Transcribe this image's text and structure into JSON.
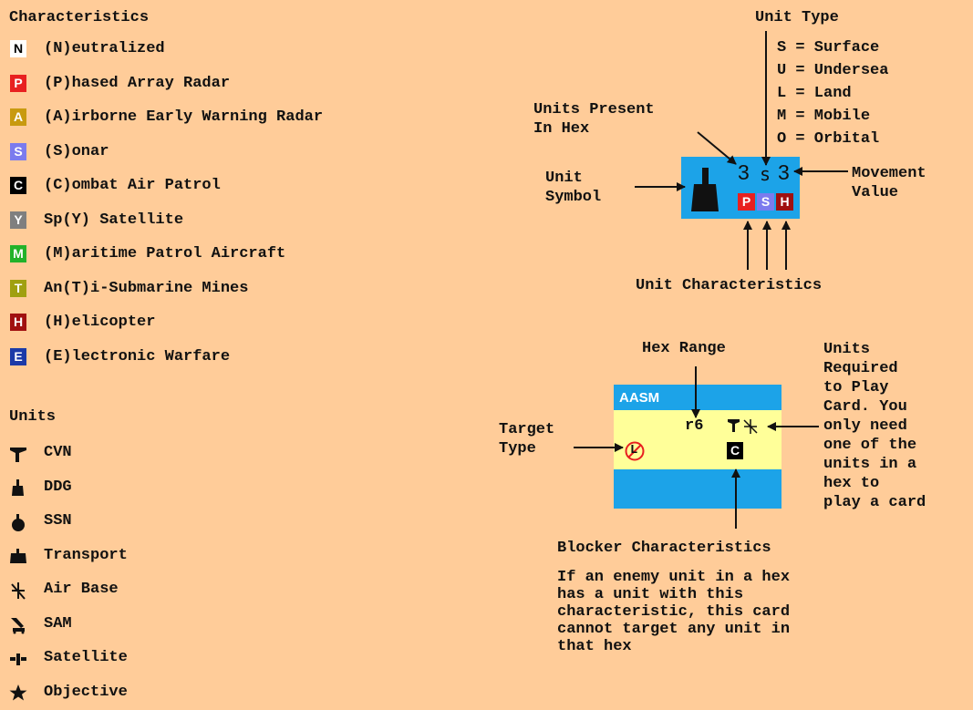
{
  "characteristics": {
    "heading": "Characteristics",
    "items": [
      {
        "code": "N",
        "label": "(N)eutralized",
        "color": "#ffffff",
        "text_color": "#000000"
      },
      {
        "code": "P",
        "label": "(P)hased Array Radar",
        "color": "#e82020",
        "text_color": "#ffffff"
      },
      {
        "code": "A",
        "label": "(A)irborne Early Warning Radar",
        "color": "#c89a10",
        "text_color": "#ffffff"
      },
      {
        "code": "S",
        "label": "(S)onar",
        "color": "#7b7bee",
        "text_color": "#ffffff"
      },
      {
        "code": "C",
        "label": "(C)ombat Air Patrol",
        "color": "#000000",
        "text_color": "#ffffff"
      },
      {
        "code": "Y",
        "label": "Sp(Y) Satellite",
        "color": "#7f7f7f",
        "text_color": "#ffffff"
      },
      {
        "code": "M",
        "label": "(M)aritime Patrol Aircraft",
        "color": "#22b22a",
        "text_color": "#ffffff"
      },
      {
        "code": "T",
        "label": "An(T)i-Submarine Mines",
        "color": "#a0a010",
        "text_color": "#ffffff"
      },
      {
        "code": "H",
        "label": "(H)elicopter",
        "color": "#a01010",
        "text_color": "#ffffff"
      },
      {
        "code": "E",
        "label": "(E)lectronic Warfare",
        "color": "#1c3aa8",
        "text_color": "#ffffff"
      }
    ]
  },
  "units": {
    "heading": "Units",
    "items": [
      {
        "icon": "cvn-icon",
        "label": "CVN"
      },
      {
        "icon": "ddg-icon",
        "label": "DDG"
      },
      {
        "icon": "ssn-icon",
        "label": "SSN"
      },
      {
        "icon": "transport-icon",
        "label": "Transport"
      },
      {
        "icon": "air-base-icon",
        "label": "Air Base"
      },
      {
        "icon": "sam-icon",
        "label": "SAM"
      },
      {
        "icon": "satellite-icon",
        "label": "Satellite"
      },
      {
        "icon": "objective-icon",
        "label": "Objective"
      }
    ]
  },
  "unit_diagram": {
    "unit_type_title": "Unit Type",
    "unit_types": [
      "S = Surface",
      "U = Undersea",
      "L = Land",
      "M = Mobile",
      "O = Orbital"
    ],
    "units_present_label": "Units Present\nIn Hex",
    "unit_symbol_label": "Unit\nSymbol",
    "movement_value_label": "Movement\nValue",
    "unit_characteristics_label": "Unit Characteristics",
    "counter": {
      "units_present": "3",
      "unit_type": "s",
      "movement": "3",
      "characteristics": [
        {
          "code": "P",
          "color": "#e82020"
        },
        {
          "code": "S",
          "color": "#7b7bee"
        },
        {
          "code": "H",
          "color": "#a01010"
        }
      ],
      "background": "#1ca3e8"
    }
  },
  "card_diagram": {
    "card_title": "AASM",
    "hex_range_label": "Hex Range",
    "hex_range_value": "r6",
    "target_type_label": "Target\nType",
    "target_type_code": "L",
    "units_required_label": "Units\nRequired\nto Play\nCard. You\nonly need\none of the\nunits in a\nhex to\nplay a card",
    "blocker_code": "C",
    "blocker_title": "Blocker Characteristics",
    "blocker_description": "If an enemy unit in a hex\nhas a unit with this\ncharacteristic, this card\ncannot target any unit in\nthat hex"
  }
}
